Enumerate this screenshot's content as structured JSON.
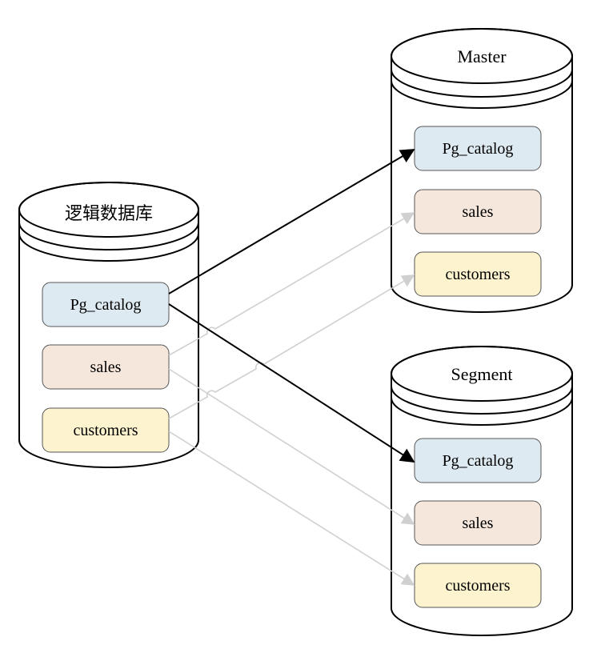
{
  "colors": {
    "pg_catalog_fill": "#deeaf1",
    "sales_fill": "#f6e7dc",
    "customers_fill": "#fdf3cf",
    "box_stroke": "#555555",
    "primary_link": "#000000",
    "secondary_link": "#d0d0d0"
  },
  "logical_db": {
    "title": "逻辑数据库",
    "tables": [
      "Pg_catalog",
      "sales",
      "customers"
    ]
  },
  "master": {
    "title": "Master",
    "tables": [
      "Pg_catalog",
      "sales",
      "customers"
    ]
  },
  "segment": {
    "title": "Segment",
    "tables": [
      "Pg_catalog",
      "sales",
      "customers"
    ]
  },
  "links": [
    {
      "from": "逻辑数据库.Pg_catalog",
      "to": "Master.Pg_catalog",
      "style": "primary"
    },
    {
      "from": "逻辑数据库.Pg_catalog",
      "to": "Segment.Pg_catalog",
      "style": "primary"
    },
    {
      "from": "逻辑数据库.sales",
      "to": "Master.sales",
      "style": "secondary"
    },
    {
      "from": "逻辑数据库.sales",
      "to": "Segment.sales",
      "style": "secondary"
    },
    {
      "from": "逻辑数据库.customers",
      "to": "Master.customers",
      "style": "secondary"
    },
    {
      "from": "逻辑数据库.customers",
      "to": "Segment.customers",
      "style": "secondary"
    }
  ]
}
